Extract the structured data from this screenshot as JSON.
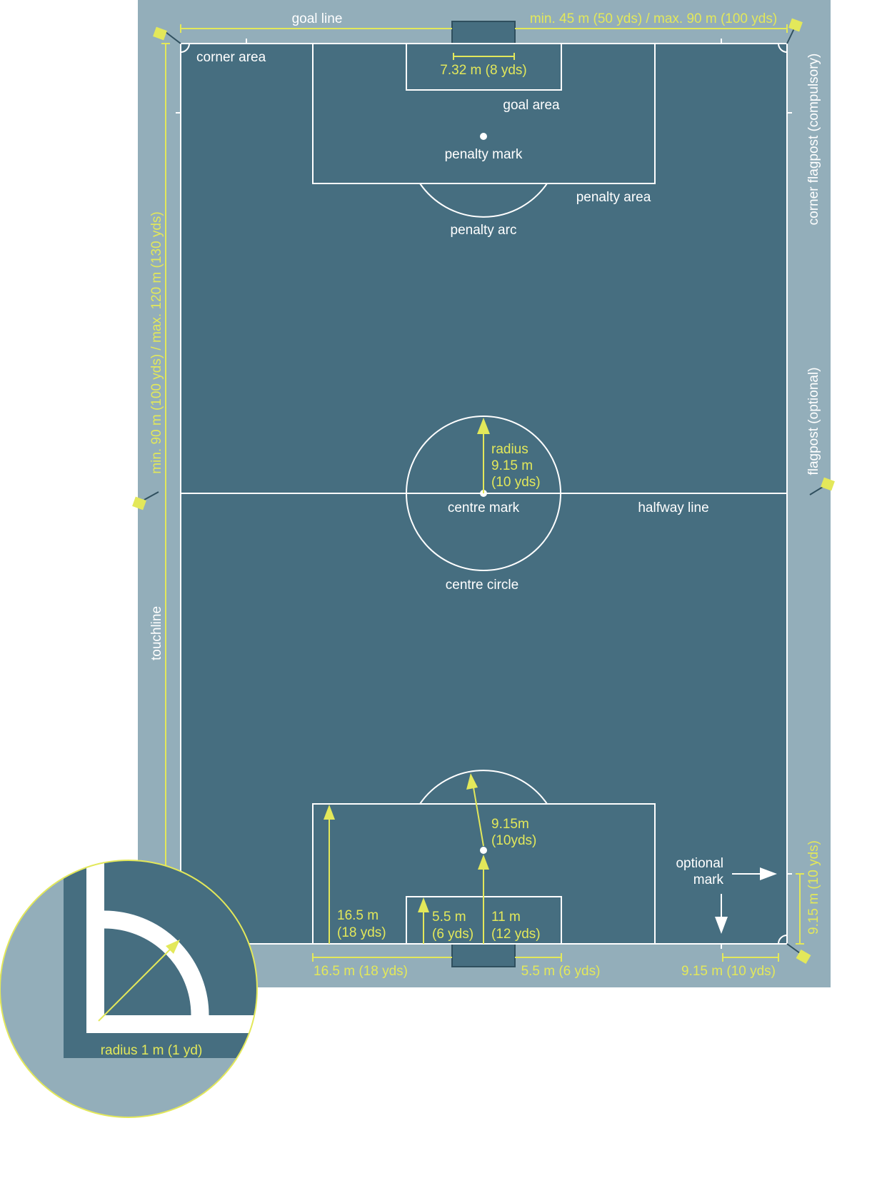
{
  "colors": {
    "surround": "#93aeba",
    "pitch": "#466e80",
    "lines": "#ffffff",
    "dimensions": "#e3e85a"
  },
  "labels": {
    "goal_line": "goal line",
    "corner_area": "corner area",
    "goal_area": "goal area",
    "penalty_mark": "penalty mark",
    "penalty_area": "penalty area",
    "penalty_arc": "penalty arc",
    "centre_mark": "centre mark",
    "halfway_line": "halfway line",
    "centre_circle": "centre circle",
    "touchline": "touchline",
    "corner_flagpost": "corner flagpost (compulsory)",
    "flagpost_optional": "flagpost (optional)",
    "optional_mark_1": "optional",
    "optional_mark_2": "mark"
  },
  "dimensions": {
    "width": "min. 45 m (50 yds) / max. 90 m (100 yds)",
    "length": "min. 90 m (100 yds) / max. 120 m (130 yds)",
    "goal_width": "7.32 m (8 yds)",
    "radius_1": "radius",
    "radius_2": "9.15 m",
    "radius_3": "(10 yds)",
    "arc_1": "9.15m",
    "arc_2": "(10yds)",
    "pa_depth_1": "16.5 m",
    "pa_depth_2": "(18 yds)",
    "ga_depth_1": "5.5 m",
    "ga_depth_2": "(6 yds)",
    "pm_dist_1": "11 m",
    "pm_dist_2": "(12 yds)",
    "bottom_pa": "16.5 m (18 yds)",
    "bottom_ga": "5.5 m (6 yds)",
    "bottom_corner": "9.15 m (10 yds)",
    "side_corner": "9.15 m (10 yds)",
    "corner_radius": "radius 1 m (1 yd)"
  }
}
